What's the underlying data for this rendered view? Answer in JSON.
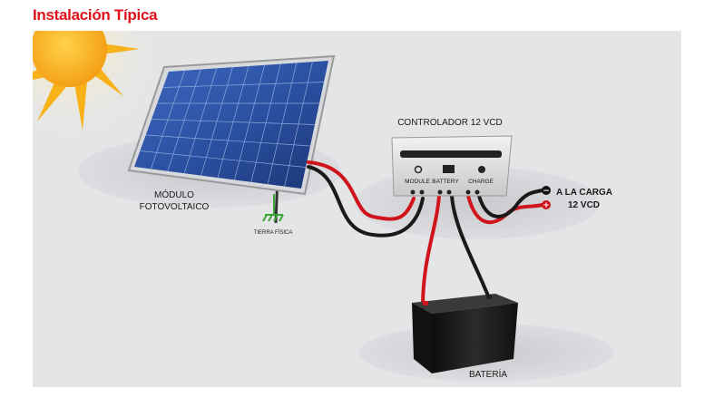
{
  "title": "Instalación Típica",
  "diagram": {
    "panel_label": [
      "MÓDULO",
      "FOTOVOLTAICO"
    ],
    "ground_label": "TIERRA FÍSICA",
    "controller_label": "CONTROLADOR 12 VCD",
    "controller_terminals": [
      "MODULE",
      "BATTERY",
      "CHARGE"
    ],
    "load_label": [
      "A LA CARGA",
      "12 VCD"
    ],
    "battery_label": "BATERÍA",
    "load_symbols": [
      "−",
      "+"
    ]
  },
  "colors": {
    "title": "#e0111b",
    "background": "#e4e5e7",
    "wire_positive": "#d0141c",
    "wire_negative": "#1a1a1a",
    "panel": "#2a4fa0",
    "ground": "#3aa535",
    "sun": "#f7b21a"
  }
}
